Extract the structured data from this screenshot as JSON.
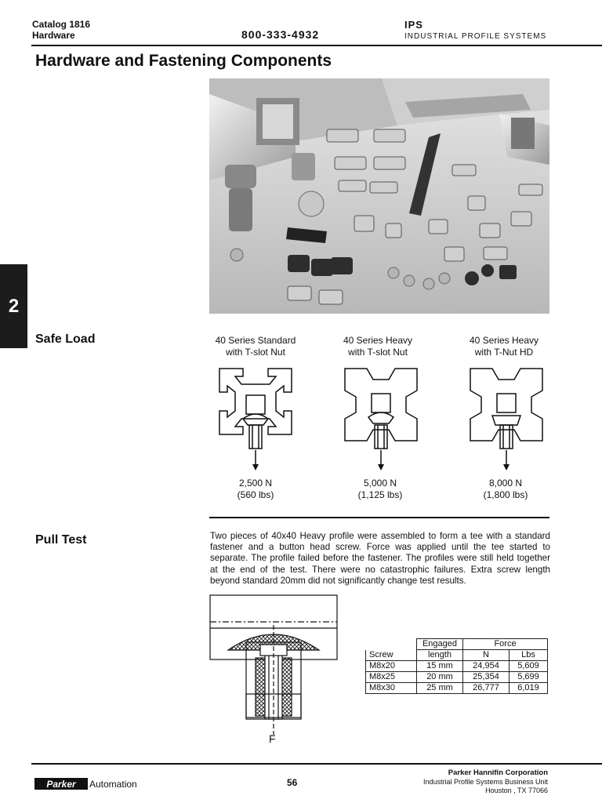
{
  "header": {
    "catalog": "Catalog 1816",
    "section": "Hardware",
    "phone": "800-333-4932",
    "brand": "IPS",
    "brand_sub": "INDUSTRIAL PROFILE SYSTEMS"
  },
  "title": "Hardware and Fastening Components",
  "chapter_tab": "2",
  "safe_load": {
    "heading": "Safe Load",
    "profiles": [
      {
        "caption_line1": "40 Series Standard",
        "caption_line2": "with T-slot Nut",
        "load_n": "2,500 N",
        "load_lbs": "(560 lbs)"
      },
      {
        "caption_line1": "40 Series Heavy",
        "caption_line2": "with T-slot Nut",
        "load_n": "5,000 N",
        "load_lbs": "(1,125 lbs)"
      },
      {
        "caption_line1": "40 Series Heavy",
        "caption_line2": "with T-Nut HD",
        "load_n": "8,000 N",
        "load_lbs": "(1,800 lbs)"
      }
    ]
  },
  "pull_test": {
    "heading": "Pull Test",
    "description": "Two pieces of 40x40 Heavy profile were assembled to form a tee with a standard fastener and a button head screw. Force was applied until the tee started to separate. The profile failed before the fastener. The profiles were still held together at the end of the test. There were no catastrophic failures. Extra screw length beyond standard 20mm did not significantly change test results.",
    "diagram_label": "F",
    "table": {
      "header_engaged": "Engaged",
      "header_length": "length",
      "header_force": "Force",
      "header_screw": "Screw",
      "header_n": "N",
      "header_lbs": "Lbs",
      "rows": [
        {
          "screw": "M8x20",
          "length": "15 mm",
          "n": "24,954",
          "lbs": "5,609"
        },
        {
          "screw": "M8x25",
          "length": "20 mm",
          "n": "25,354",
          "lbs": "5,699"
        },
        {
          "screw": "M8x30",
          "length": "25 mm",
          "n": "26,777",
          "lbs": "6,019"
        }
      ]
    }
  },
  "footer": {
    "logo": "Parker",
    "logo_sub": "Automation",
    "page": "56",
    "company": "Parker Hannifin Corporation",
    "unit": "Industrial Profile Systems Business Unit",
    "city": "Houston , TX 77066"
  }
}
